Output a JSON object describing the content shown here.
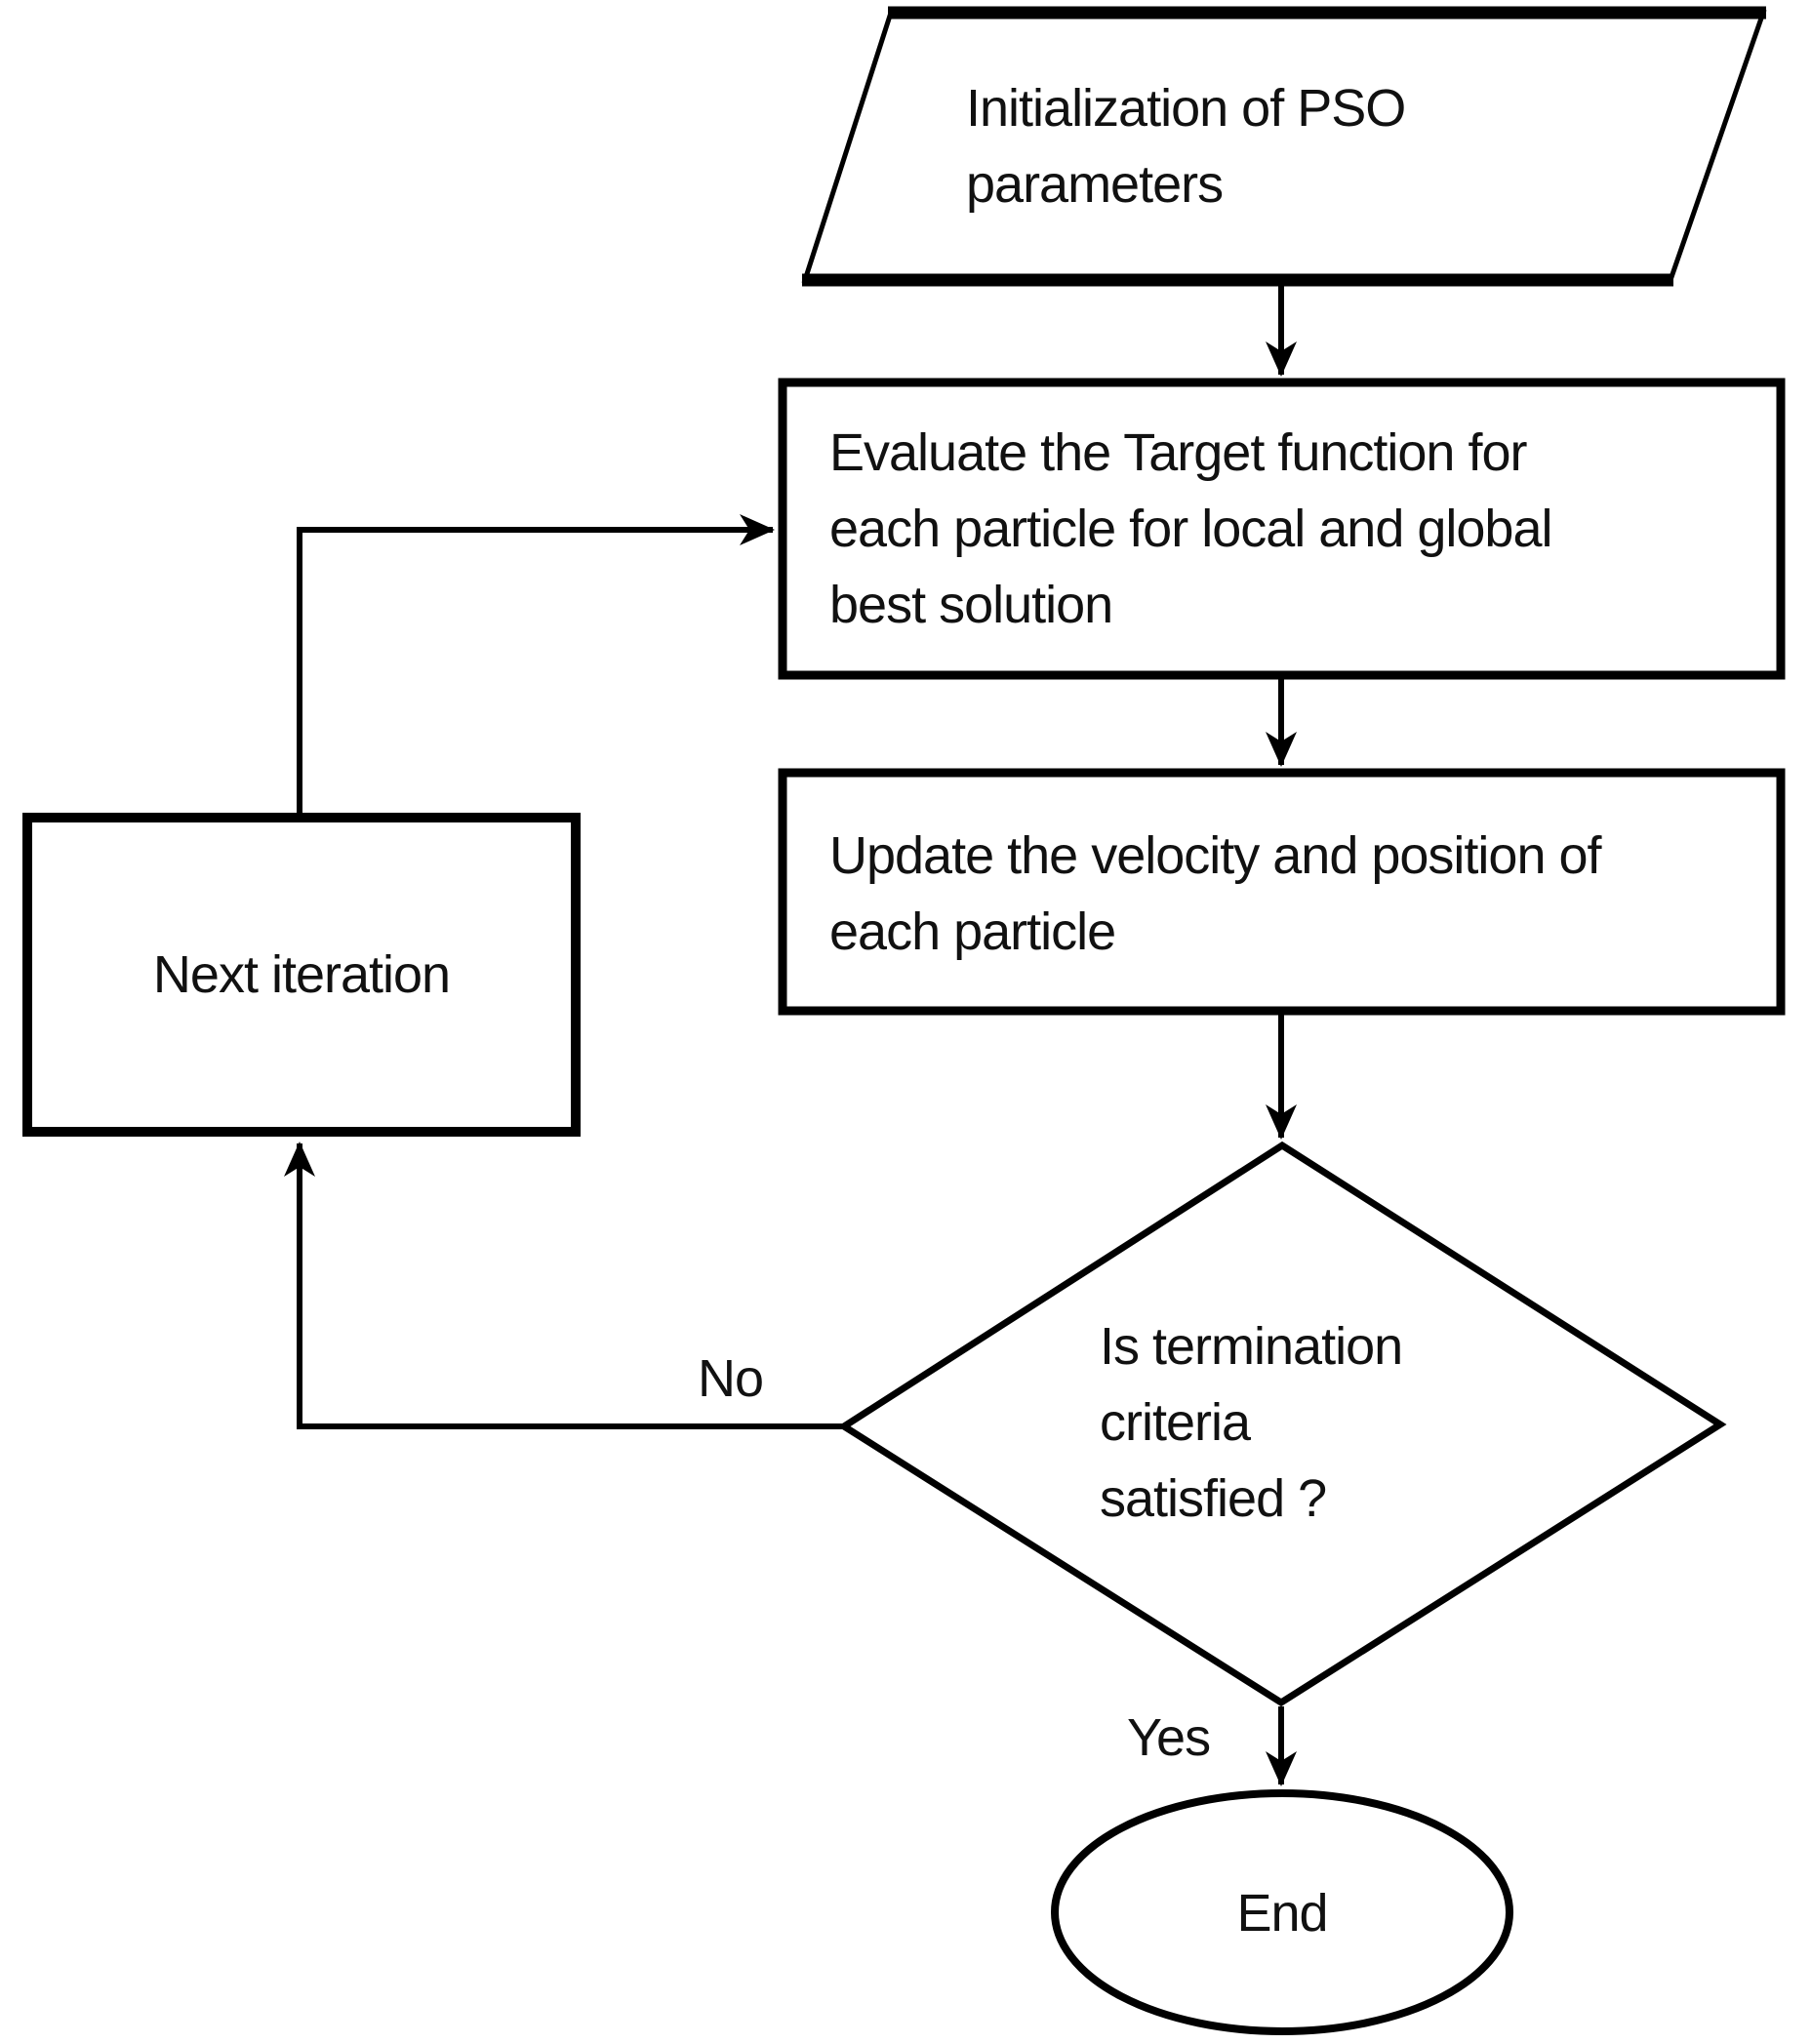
{
  "nodes": {
    "init": {
      "label": "Initialization of PSO\nparameters"
    },
    "evaluate": {
      "label": "Evaluate the Target function for\neach particle for local and global\nbest solution"
    },
    "update": {
      "label": "Update the velocity and position of\neach particle"
    },
    "next_iteration": {
      "label": "Next iteration"
    },
    "decision": {
      "label": "Is termination\ncriteria\nsatisfied ?"
    },
    "end": {
      "label": "End"
    }
  },
  "edges": {
    "no_label": "No",
    "yes_label": "Yes"
  },
  "colors": {
    "stroke": "#000000",
    "text": "#111111",
    "background": "#ffffff"
  }
}
